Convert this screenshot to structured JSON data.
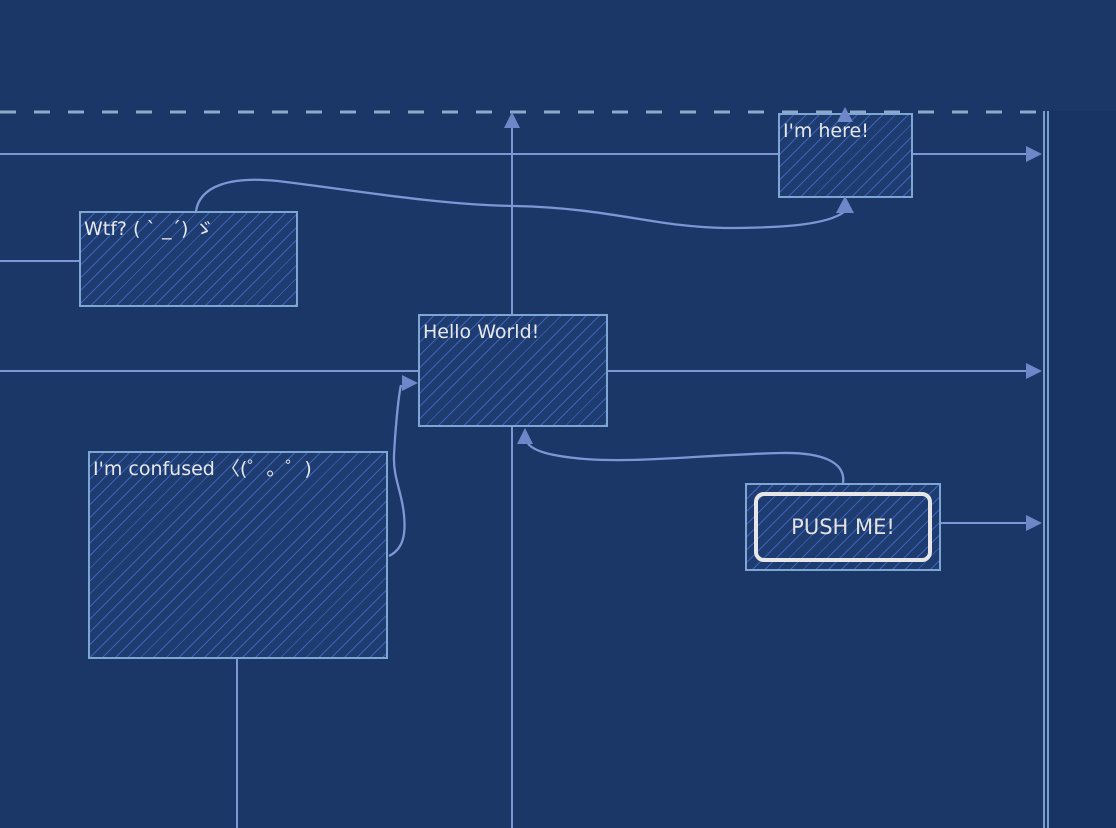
{
  "canvas": {
    "background": "#1b3768",
    "colors": {
      "line": "#7d97d5",
      "arrowhead": "#6d87c9",
      "dashed_guide": "#8fa9c9",
      "box_border": "#7da6d2",
      "box_fill": "#1e3c6f",
      "hatch": "#406ac8",
      "label_text": "#e6e8ea",
      "button_border": "#e6e6e6",
      "right_edge_line": "#86abd8"
    }
  },
  "boxes": [
    {
      "id": "im-here",
      "label": "I'm here!"
    },
    {
      "id": "wtf",
      "label": "Wtf? ( ` _´) ゞ"
    },
    {
      "id": "hello-world",
      "label": "Hello World!"
    },
    {
      "id": "im-confused",
      "label": "I'm confused 〈(゜。゜)"
    }
  ],
  "button": {
    "label": "PUSH ME!"
  },
  "guides": {
    "dashed_top_line": "horizontal dashed guide",
    "right_edge": "double vertical edge line"
  }
}
